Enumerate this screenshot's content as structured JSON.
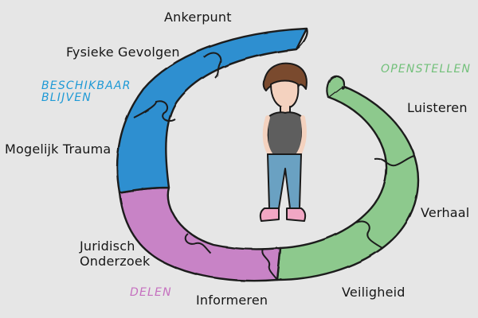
{
  "labels": {
    "ankerpunt": "Ankerpunt",
    "fysieke_gevolgen": "Fysieke Gevolgen",
    "mogelijk_trauma": "Mogelĳk Trauma",
    "luisteren": "Luisteren",
    "verhaal": "Verhaal",
    "veiligheid": "Veiligheid",
    "informeren": "Informeren",
    "juridisch_onderzoek_line1": "Juridisch",
    "juridisch_onderzoek_line2": "Onderzoek"
  },
  "phases": {
    "beschikbaar_blijven_line1": "BESCHIKBAAR",
    "beschikbaar_blijven_line2": "BLIJVEN",
    "openstellen": "OPENSTELLEN",
    "delen": "DELEN"
  },
  "colors": {
    "background": "#e6e6e6",
    "blue_segment": "#2f8fd0",
    "green_segment": "#8dc98d",
    "purple_segment": "#c883c6",
    "blue_text": "#1f9ad6",
    "green_text": "#72c07a",
    "purple_text": "#c56fbf",
    "outline": "#1a1a1a"
  },
  "figure": {
    "icon": "girl-figure-icon"
  }
}
